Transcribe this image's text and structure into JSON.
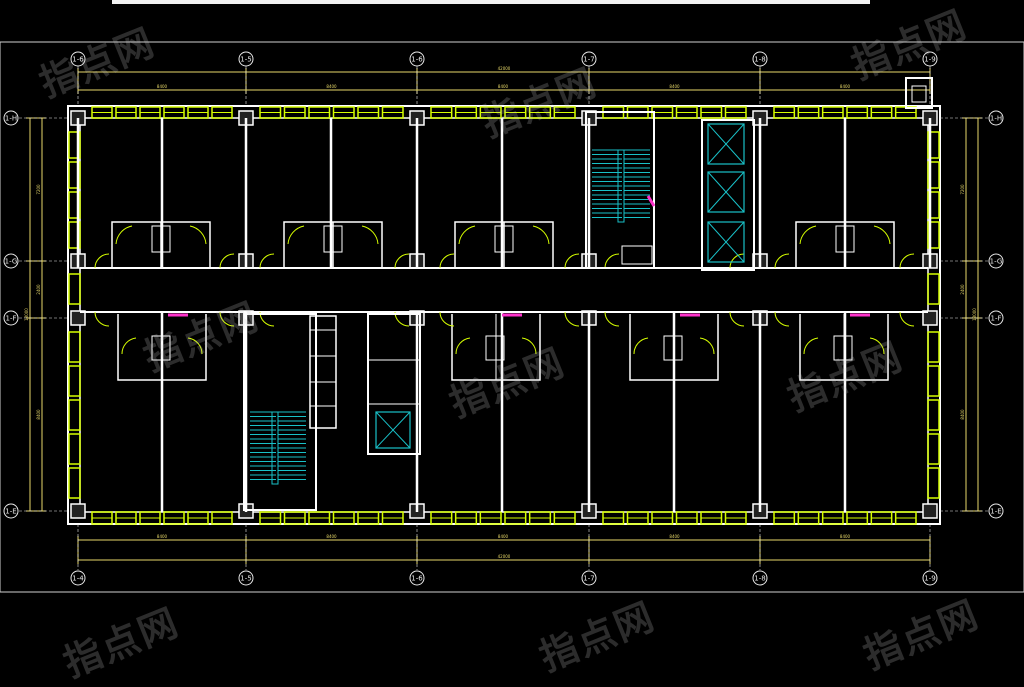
{
  "colors": {
    "background": "#000000",
    "wall": "#ffffff",
    "window": "#d7ff00",
    "dimension": "#e8d96a",
    "axis": "#e8e8e8",
    "stair": "#19c1c8",
    "elevator": "#19c1c8",
    "magenta": "#ff33cc",
    "door": "#d7ff00"
  },
  "watermark": {
    "text": "指点网"
  },
  "axes": {
    "top": [
      "1-6",
      "1-5",
      "1-6",
      "1-7",
      "1-8",
      "1-9"
    ],
    "bottom": [
      "1-4",
      "1-5",
      "1-6",
      "1-7",
      "1-8",
      "1-9"
    ],
    "left": [
      "1-H",
      "1-G",
      "1-F",
      "1-E"
    ],
    "right": [
      "1-H",
      "1-G",
      "1-F",
      "1-E"
    ]
  },
  "dimensions": {
    "top_segments": [
      "8400",
      "8400",
      "8400",
      "8400",
      "8400"
    ],
    "top_total": "42000",
    "bottom_segments": [
      "8400",
      "8400",
      "8400",
      "8400",
      "8400"
    ],
    "bottom_total": "42000",
    "left_segments": [
      "7200",
      "2400",
      "8400"
    ],
    "left_total": "18000",
    "right_segments": [
      "7200",
      "2400",
      "8400"
    ],
    "right_total": "18000"
  }
}
